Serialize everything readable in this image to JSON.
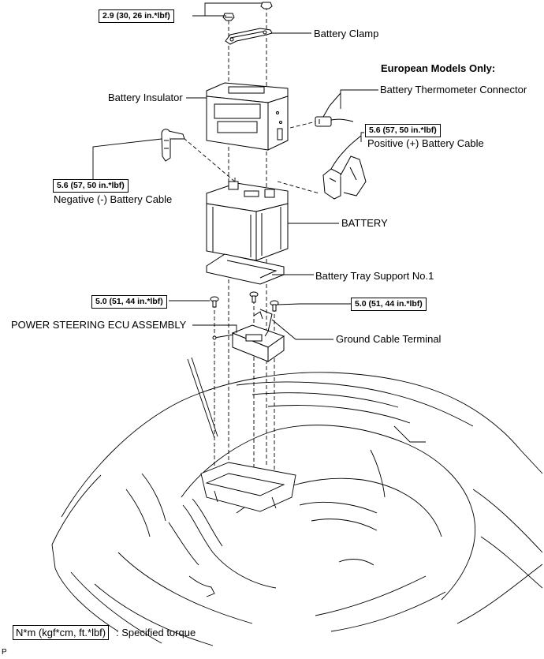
{
  "labels": {
    "battery_clamp": "Battery Clamp",
    "european_models_only": "European Models Only:",
    "battery_thermometer_connector": "Battery Thermometer Connector",
    "battery_insulator": "Battery Insulator",
    "positive_battery_cable": "Positive (+) Battery Cable",
    "negative_battery_cable": "Negative (-) Battery Cable",
    "battery": "BATTERY",
    "battery_tray_support": "Battery Tray Support No.1",
    "power_steering_ecu_assembly": "POWER STEERING ECU ASSEMBLY",
    "ground_cable_terminal": "Ground Cable Terminal"
  },
  "torques": {
    "battery_clamp": "2.9 (30, 26 in.*lbf)",
    "positive_cable": "5.6 (57, 50 in.*lbf)",
    "negative_cable": "5.6 (57, 50 in.*lbf)",
    "ecu_left": "5.0 (51, 44 in.*lbf)",
    "ecu_right": "5.0 (51, 44 in.*lbf)"
  },
  "legend": {
    "unit": "N*m (kgf*cm, ft.*lbf)",
    "description": ": Specified torque"
  },
  "figure_code": "P"
}
